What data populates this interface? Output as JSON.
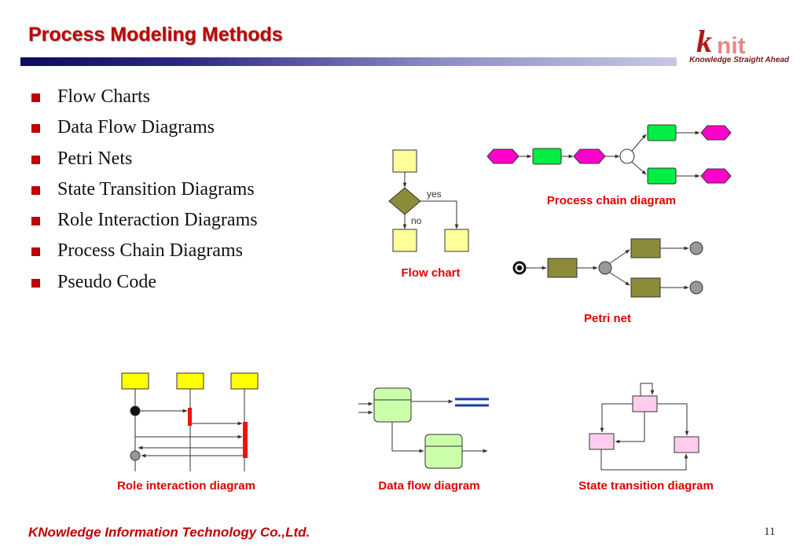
{
  "slide": {
    "title": "Process Modeling Methods",
    "page_number": "11"
  },
  "logo": {
    "wordmark": "knit",
    "tagline": "Knowledge Straight Ahead"
  },
  "bullets": [
    "Flow Charts",
    "Data Flow Diagrams",
    "Petri Nets",
    "State Transition Diagrams",
    "Role Interaction Diagrams",
    "Process Chain Diagrams",
    "Pseudo Code"
  ],
  "diagrams": {
    "flow_chart": {
      "caption": "Flow chart",
      "yes_label": "yes",
      "no_label": "no"
    },
    "process_chain": {
      "caption": "Process chain diagram"
    },
    "petri_net": {
      "caption": "Petri net"
    },
    "role_interaction": {
      "caption": "Role interaction diagram"
    },
    "data_flow": {
      "caption": "Data flow diagram"
    },
    "state_transition": {
      "caption": "State transition diagram"
    }
  },
  "footer": {
    "company": "KNowledge Information Technology Co.,Ltd."
  },
  "colors": {
    "title_red": "#c00000",
    "caption_red": "#e00000",
    "flow_yellow": "#ffff99",
    "decision_olive": "#8b8b3a",
    "chain_magenta": "#ff00cc",
    "chain_green": "#00ee44",
    "petri_olive": "#8b8b3a",
    "role_yellow": "#ffff00",
    "dataflow_green": "#ccffaa",
    "state_pink": "#ffccf0"
  }
}
